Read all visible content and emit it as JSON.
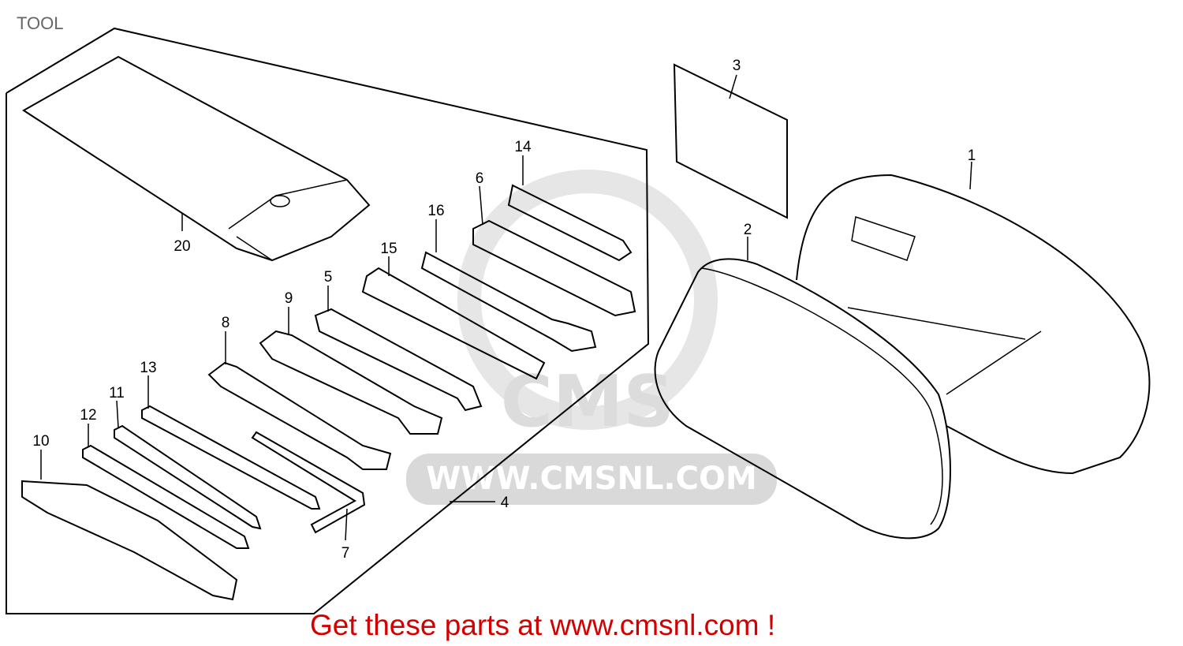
{
  "title": "TOOL",
  "watermark": {
    "logo": "CMS",
    "url": "WWW.CMSNL.COM"
  },
  "callouts": {
    "p1": "1",
    "p2": "2",
    "p3": "3",
    "p4": "4",
    "p5": "5",
    "p6": "6",
    "p7": "7",
    "p8": "8",
    "p9": "9",
    "p10": "10",
    "p11": "11",
    "p12": "12",
    "p13": "13",
    "p14": "14",
    "p15": "15",
    "p16": "16",
    "p20": "20"
  },
  "footer": "Get these parts at www.cmsnl.com !",
  "colors": {
    "footer": "#d40000",
    "title": "#666666",
    "watermark": "#d9d9d9"
  }
}
